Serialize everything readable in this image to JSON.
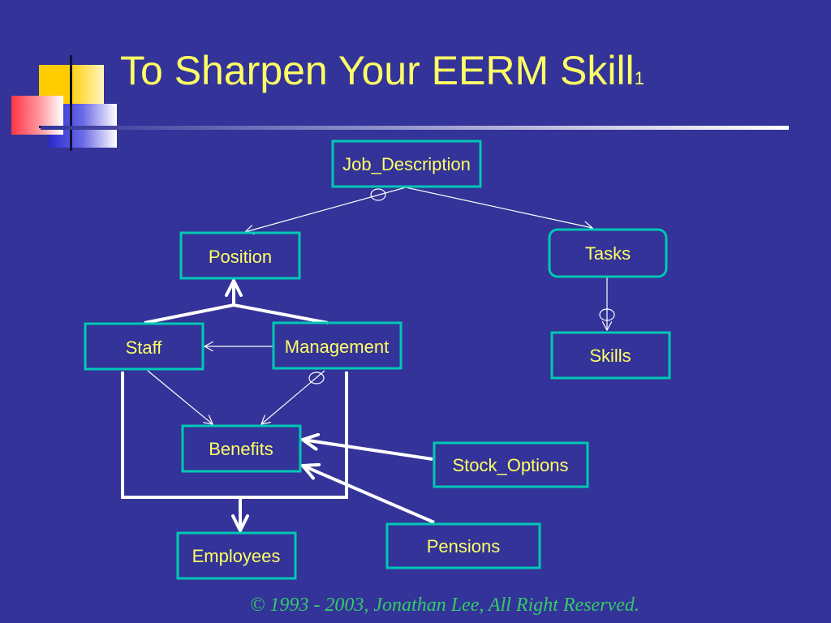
{
  "slide": {
    "title": "To Sharpen Your EERM Skill",
    "title_superscript": "1",
    "footer": "© 1993 - 2003, Jonathan Lee, All Right Reserved."
  },
  "colors": {
    "background": "#333399",
    "title": "#ffff66",
    "box_border": "#00c8b4",
    "connector": "#ffffff",
    "footer": "#33cc66"
  },
  "entities": {
    "job_description": "Job_Description",
    "position": "Position",
    "tasks": "Tasks",
    "staff": "Staff",
    "management": "Management",
    "skills": "Skills",
    "benefits": "Benefits",
    "stock_options": "Stock_Options",
    "employees": "Employees",
    "pensions": "Pensions"
  }
}
